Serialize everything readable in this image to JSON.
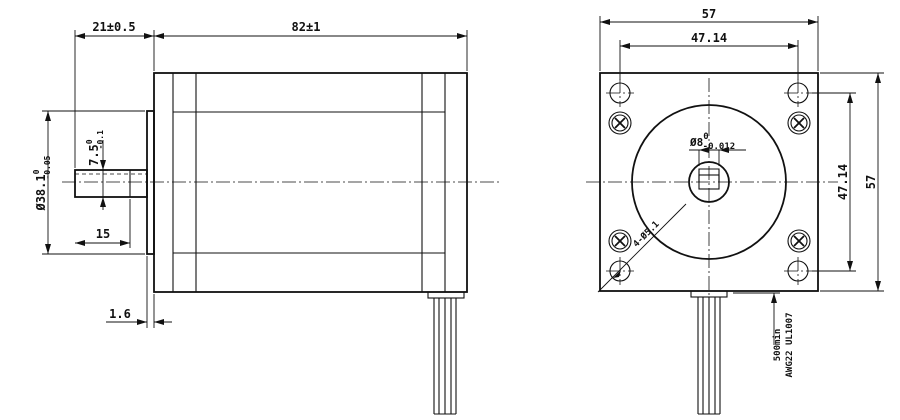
{
  "side_view": {
    "shaft_extension": "21±0.5",
    "body_length": "82±1",
    "pilot_diameter": "Ø38.1",
    "pilot_tol_upper": "0",
    "pilot_tol_lower": "-0.05",
    "flat_dimension": "7.5",
    "flat_tol_upper": "0",
    "flat_tol_lower": "-0.1",
    "flat_length": "15",
    "pilot_thickness": "1.6"
  },
  "front_view": {
    "flange_width": "57",
    "hole_spacing_h": "47.14",
    "hole_spacing_v": "47.14",
    "flange_height": "57",
    "shaft_diameter": "Ø8",
    "shaft_tol_upper": "0",
    "shaft_tol_lower": "-0.012",
    "mount_holes": "4-Ø5.1"
  },
  "leads": {
    "length": "500min",
    "wire_spec": "AWG22 UL1007"
  }
}
